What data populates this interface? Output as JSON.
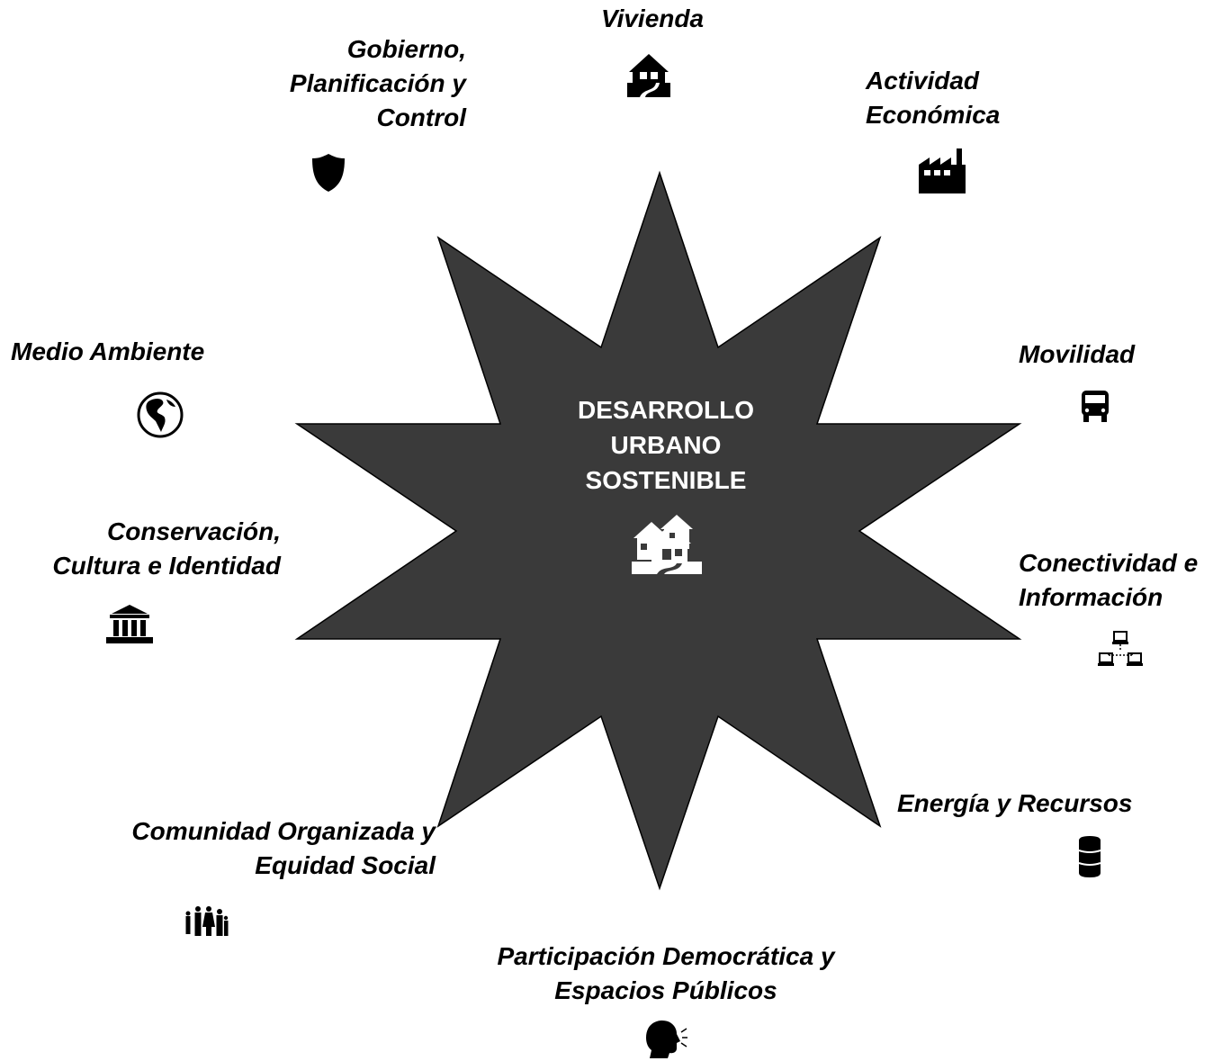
{
  "center": {
    "lines": [
      "DESARROLLO",
      "URBANO",
      "SOSTENIBLE"
    ],
    "icon": "houses-icon",
    "star_color": "#3a3a3a",
    "text_color": "#ffffff"
  },
  "nodes": [
    {
      "id": "vivienda",
      "lines": [
        "Vivienda"
      ],
      "icon": "house-icon"
    },
    {
      "id": "actividad",
      "lines": [
        "Actividad",
        "Económica"
      ],
      "icon": "factory-icon"
    },
    {
      "id": "movilidad",
      "lines": [
        "Movilidad"
      ],
      "icon": "bus-icon"
    },
    {
      "id": "conectividad",
      "lines": [
        "Conectividad e",
        "Información"
      ],
      "icon": "network-icon"
    },
    {
      "id": "energia",
      "lines": [
        "Energía y Recursos"
      ],
      "icon": "barrel-icon"
    },
    {
      "id": "participacion",
      "lines": [
        "Participación Democrática y",
        "Espacios Públicos"
      ],
      "icon": "speaking-head-icon"
    },
    {
      "id": "comunidad",
      "lines": [
        "Comunidad Organizada y",
        "Equidad Social"
      ],
      "icon": "family-icon"
    },
    {
      "id": "conservacion",
      "lines": [
        "Conservación,",
        "Cultura e Identidad"
      ],
      "icon": "museum-icon"
    },
    {
      "id": "medio",
      "lines": [
        "Medio Ambiente"
      ],
      "icon": "globe-icon"
    },
    {
      "id": "gobierno",
      "lines": [
        "Gobierno,",
        "Planificación y",
        "Control"
      ],
      "icon": "shield-icon"
    }
  ]
}
